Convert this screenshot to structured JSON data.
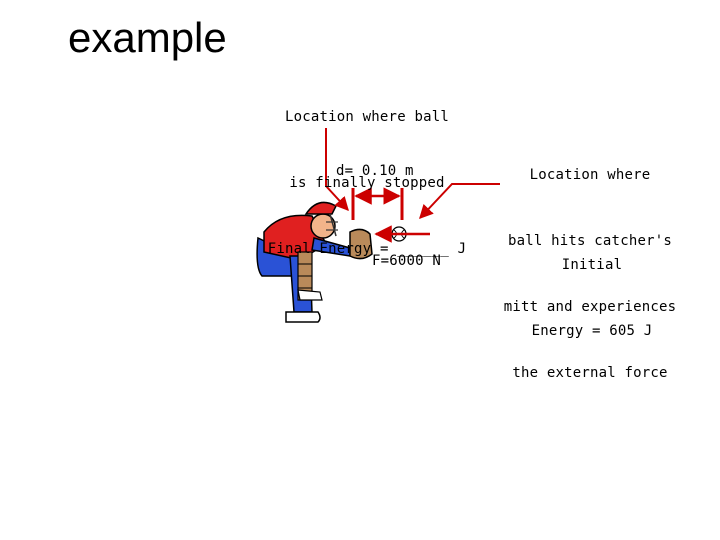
{
  "slide": {
    "title": "example"
  },
  "labels": {
    "final_location": [
      "Location where ball",
      "is finally stopped",
      "Final Energy = ______ J"
    ],
    "distance": "d= 0.10 m",
    "force": "F=6000 N",
    "catcher_location": [
      "Location where",
      "ball hits catcher's",
      "mitt and experiences",
      "the external force"
    ],
    "initial_energy": [
      "Initial",
      "Energy = 605 J"
    ]
  },
  "colors": {
    "arrow": "#cc0000",
    "jersey": "#e02020",
    "pants": "#2a52d6",
    "skin": "#f2b48a"
  }
}
